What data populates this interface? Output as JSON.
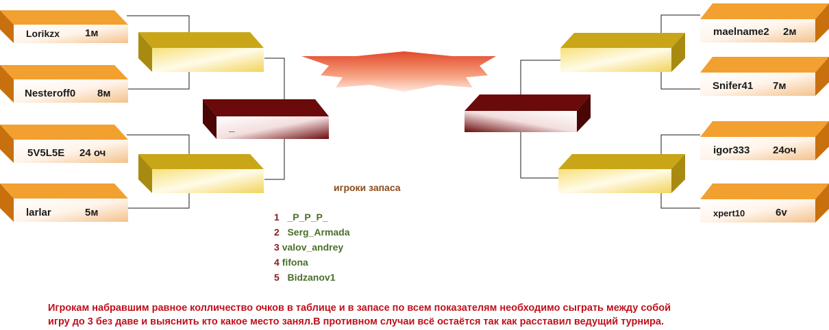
{
  "bracket": {
    "left_round1": [
      {
        "name": "Lorikzx",
        "score": "1м"
      },
      {
        "name": "Nesteroff0",
        "score": "8м"
      },
      {
        "name": "5V5L5E",
        "score": "24 оч"
      },
      {
        "name": "larlar",
        "score": "5м"
      }
    ],
    "right_round1": [
      {
        "name": "maelname2",
        "score": "2м"
      },
      {
        "name": "Snifer41",
        "score": "7м"
      },
      {
        "name": "igor333",
        "score": "24оч"
      },
      {
        "name": "xpert10",
        "score": "6v"
      }
    ],
    "left_semifinal_label": "_",
    "colors": {
      "orange_box": "#e8901a",
      "gold_box": "#c8a818",
      "maroon_box": "#6a0a0a",
      "star": "#e86040",
      "line": "#1a1a1a"
    }
  },
  "reserves": {
    "title": "игроки  запаса",
    "players": [
      {
        "num": "1",
        "name": "_P_P_P_"
      },
      {
        "num": "2",
        "name": "Serg_Armada"
      },
      {
        "num": "3",
        "name": "valov_andrey"
      },
      {
        "num": "4",
        "name": "fifona"
      },
      {
        "num": "5",
        "name": "Bidzanov1"
      }
    ]
  },
  "notice": {
    "line1": "Игрокам набравшим  равное колличество очков  в таблице и в запасе  по всем  показателям необходимо сыграть между собой",
    "line2": "игру до 3 без даве и выяснить кто  какое  место занял.В противном случаи всё  остаётся так как  расставил ведущий турнира."
  }
}
